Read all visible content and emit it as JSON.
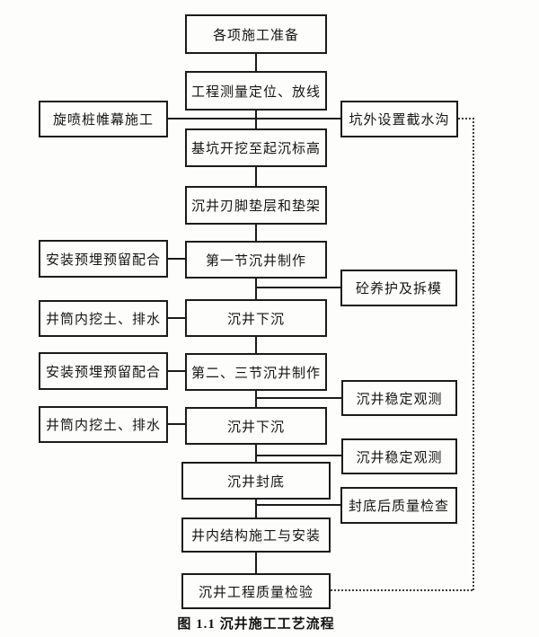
{
  "figure": {
    "caption": "图 1.1 沉井施工工艺流程"
  },
  "nodes": {
    "preparation": "各项施工准备",
    "survey_layout": "工程测量定位、放线",
    "jet_grouting_curtain": "旋喷桩帷幕施工",
    "outer_drain_ditch": "坑外设置截水沟",
    "pit_excavation": "基坑开挖至起沉标高",
    "cutting_edge_cushion": "沉井刃脚垫层和垫架",
    "embed_reserve_1": "安装预埋预留配合",
    "first_section_making": "第一节沉井制作",
    "concrete_curing_formwork": "砼养护及拆模",
    "shaft_excavation_drain_1": "井筒内挖土、排水",
    "caisson_sinking_1": "沉井下沉",
    "embed_reserve_2": "安装预埋预留配合",
    "second_third_section_making": "第二、三节沉井制作",
    "stability_observation_1": "沉井稳定观测",
    "shaft_excavation_drain_2": "井筒内挖土、排水",
    "caisson_sinking_2": "沉井下沉",
    "stability_observation_2": "沉井稳定观测",
    "bottom_sealing": "沉井封底",
    "post_seal_quality_check": "封底后质量检查",
    "internal_structure_install": "井内结构施工与安装",
    "project_quality_inspection": "沉井工程质量检验"
  }
}
